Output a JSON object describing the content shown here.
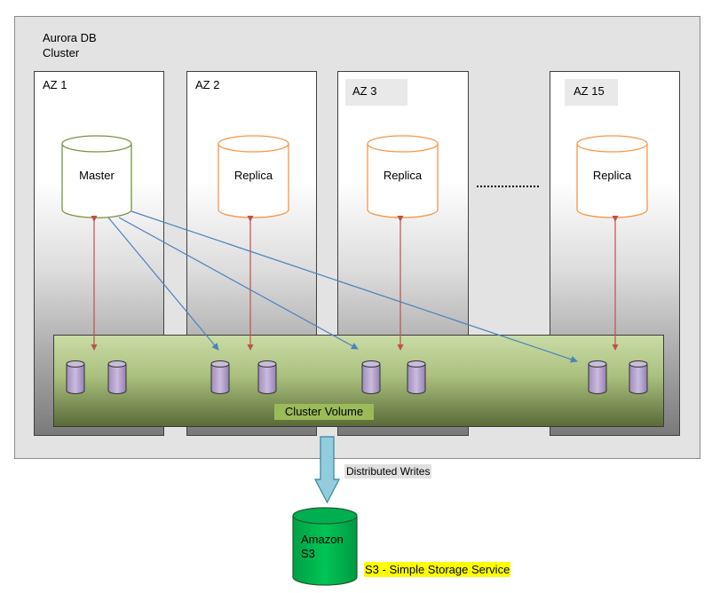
{
  "cluster": {
    "label": "Aurora DB\nCluster"
  },
  "zones": [
    {
      "id": "az1",
      "label": "AZ 1",
      "instance": "Master",
      "instance_color": "#77933c"
    },
    {
      "id": "az2",
      "label": "AZ 2",
      "instance": "Replica",
      "instance_color": "#f79646"
    },
    {
      "id": "az3",
      "label": "AZ 3",
      "instance": "Replica",
      "instance_color": "#f79646"
    },
    {
      "id": "az15",
      "label": "AZ 15",
      "instance": "Replica",
      "instance_color": "#f79646"
    }
  ],
  "cluster_volume": {
    "label": "Cluster Volume"
  },
  "distributed_writes": {
    "label": "Distributed Writes"
  },
  "s3": {
    "label": "Amazon\nS3",
    "description": "S3 - Simple Storage Service"
  },
  "colors": {
    "storage_node": "#b3a2c7",
    "cluster_volume": "#9bbb59",
    "replication_arrow": "#4f81bd",
    "io_arrow": "#c0504d",
    "s3_cylinder": "#00b050",
    "write_arrow": "#93cddd"
  }
}
